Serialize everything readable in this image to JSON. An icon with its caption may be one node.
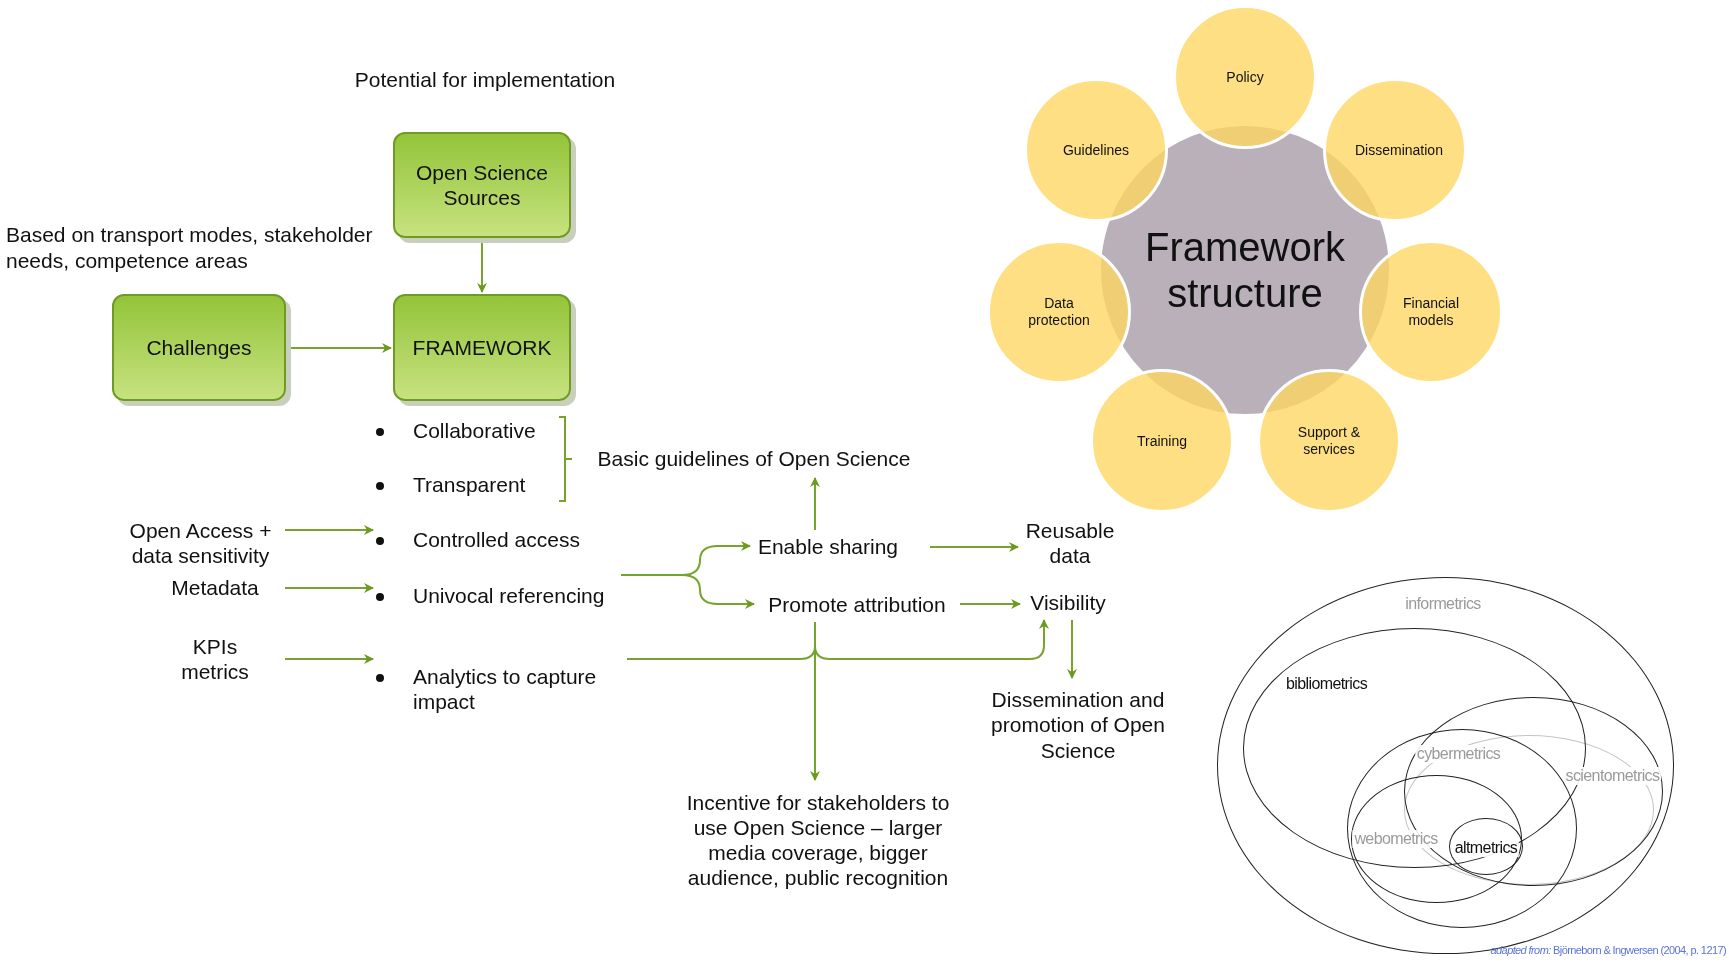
{
  "diagram": {
    "nodes": [
      {
        "text": [
          "Open Science Sources"
        ]
      },
      {
        "text": [
          "Challenges"
        ]
      },
      {
        "text": [
          "FRAMEWORK"
        ]
      },
      {
        "text": [
          "Collaborative"
        ]
      },
      {
        "text": [
          "Transparent"
        ]
      },
      {
        "text": [
          "Basic guidelines of Open Science"
        ]
      },
      {
        "text": [
          "Open Access + data sensitivity"
        ]
      },
      {
        "text": [
          "Controlled access"
        ]
      },
      {
        "text": [
          "Metadata"
        ]
      },
      {
        "text": [
          "Univocal referencing"
        ]
      },
      {
        "text": [
          "KPIs metrics"
        ]
      },
      {
        "text": [
          "Analytics to capture impact"
        ]
      },
      {
        "text": [
          "Enable sharing"
        ]
      },
      {
        "text": [
          "Promote attribution"
        ]
      },
      {
        "text": [
          "Reusable data"
        ]
      },
      {
        "text": [
          "Visibility"
        ]
      },
      {
        "text": [
          "Dissemination and promotion of Open Science"
        ]
      },
      {
        "text": [
          "Incentive for stakeholders to use Open Science – larger media coverage, bigger audience, public recognition"
        ]
      },
      {
        "text": [
          "Framework structure"
        ]
      },
      {
        "text": [
          "Policy"
        ]
      },
      {
        "text": [
          "Dissemination"
        ]
      },
      {
        "text": [
          "Financial models"
        ]
      },
      {
        "text": [
          "Support & services"
        ]
      },
      {
        "text": [
          "Training"
        ]
      },
      {
        "text": [
          "Data protection"
        ]
      },
      {
        "text": [
          "Guidelines"
        ]
      },
      {
        "text": [
          "informetrics"
        ]
      },
      {
        "text": [
          "bibliometrics"
        ],
        "in": 26
      },
      {
        "text": [
          "scientometrics"
        ],
        "in": 26
      },
      {
        "text": [
          "cybermetrics"
        ],
        "in": 26
      },
      {
        "text": [
          "webometrics"
        ],
        "in": 29
      },
      {
        "text": [
          "altmetrics"
        ]
      }
    ],
    "edges": [
      {
        "from": 0,
        "to": 2,
        "arrow": "to"
      },
      {
        "from": 1,
        "to": 2,
        "arrow": "to"
      },
      {
        "from": 6,
        "to": 7,
        "arrow": "to"
      },
      {
        "from": 8,
        "to": 9,
        "arrow": "to"
      },
      {
        "from": 10,
        "to": 11,
        "arrow": "to"
      },
      {
        "from": 9,
        "to": 12,
        "arrow": "to"
      },
      {
        "from": 9,
        "to": 13,
        "arrow": "to"
      },
      {
        "from": 12,
        "to": 5,
        "arrow": "to"
      },
      {
        "from": 12,
        "to": 14,
        "arrow": "to"
      },
      {
        "from": 13,
        "to": 15,
        "arrow": "to"
      },
      {
        "from": 11,
        "to": 15,
        "arrow": "to"
      },
      {
        "from": 13,
        "to": 17,
        "arrow": "to"
      },
      {
        "from": 15,
        "to": 16,
        "arrow": "to"
      }
    ],
    "labels": [
      "Potential for implementation",
      "Based on transport modes, stakeholder needs, competence areas",
      "*adapted from:* Björneborn & Ingwersen (2004, p. 1217)"
    ]
  }
}
